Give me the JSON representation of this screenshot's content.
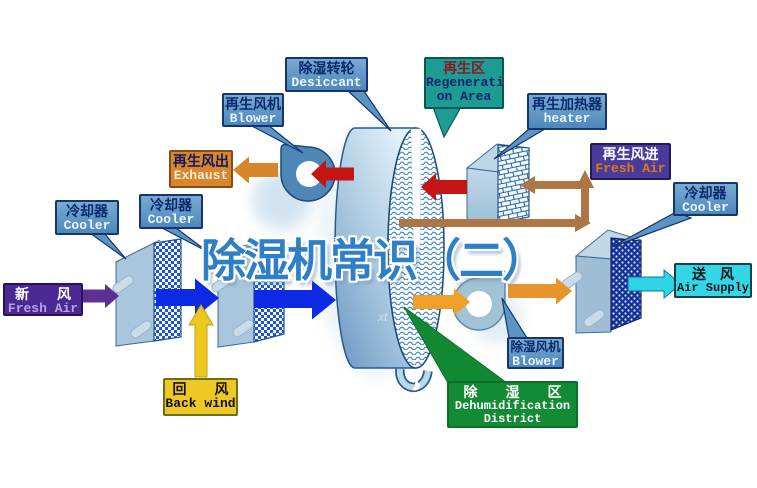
{
  "title": "除湿机常识（二）",
  "watermark": "xt",
  "labels": {
    "desiccant": {
      "zh": "除湿转轮",
      "en": "Desiccant"
    },
    "regen_blower": {
      "zh": "再生风机",
      "en": "Blower"
    },
    "regen_area": {
      "zh": "再生区",
      "en1": "Regenerati",
      "en2": "on Area"
    },
    "heater": {
      "zh": "再生加热器",
      "en": "heater"
    },
    "exhaust": {
      "zh": "再生风出",
      "en": "Exhaust"
    },
    "regen_fresh_air": {
      "zh": "再生风进",
      "en": "Fresh Air"
    },
    "cooler_right": {
      "zh": "冷却器",
      "en": "Cooler"
    },
    "cooler_1": {
      "zh": "冷却器",
      "en": "Cooler"
    },
    "cooler_2": {
      "zh": "冷却器",
      "en": "Cooler"
    },
    "fresh_air": {
      "zh": "新　　风",
      "en": "Fresh Air"
    },
    "air_supply": {
      "zh": "送　风",
      "en": "Air Supply"
    },
    "back_wind": {
      "zh": "回　　风",
      "en": "Back wind"
    },
    "dehumid_blower": {
      "zh": "除湿风机",
      "en": "Blower"
    },
    "dehumid_district": {
      "zh": "除　　湿　　区",
      "en1": "Dehumidification",
      "en2": "District"
    }
  },
  "colors": {
    "steel_label": "#4e88ba",
    "teal_label": "#1d9c94",
    "orange_label": "#d8862c",
    "indigo_label": "#4a3a9a",
    "purple_label": "#4a2a92",
    "cyan_label": "#34d6e6",
    "yellow_label": "#eec824",
    "green_label": "#138a34",
    "red_arrow": "#c41414",
    "orange_arrow": "#e8942c",
    "blue_arrow": "#0c2ae4",
    "purple_arrow": "#5c3090",
    "yellow_arrow": "#ecc81e",
    "cyan_arrow": "#2cd4e6",
    "brown_arrow": "#ae7545",
    "title_blue": "#2e7fc6"
  }
}
